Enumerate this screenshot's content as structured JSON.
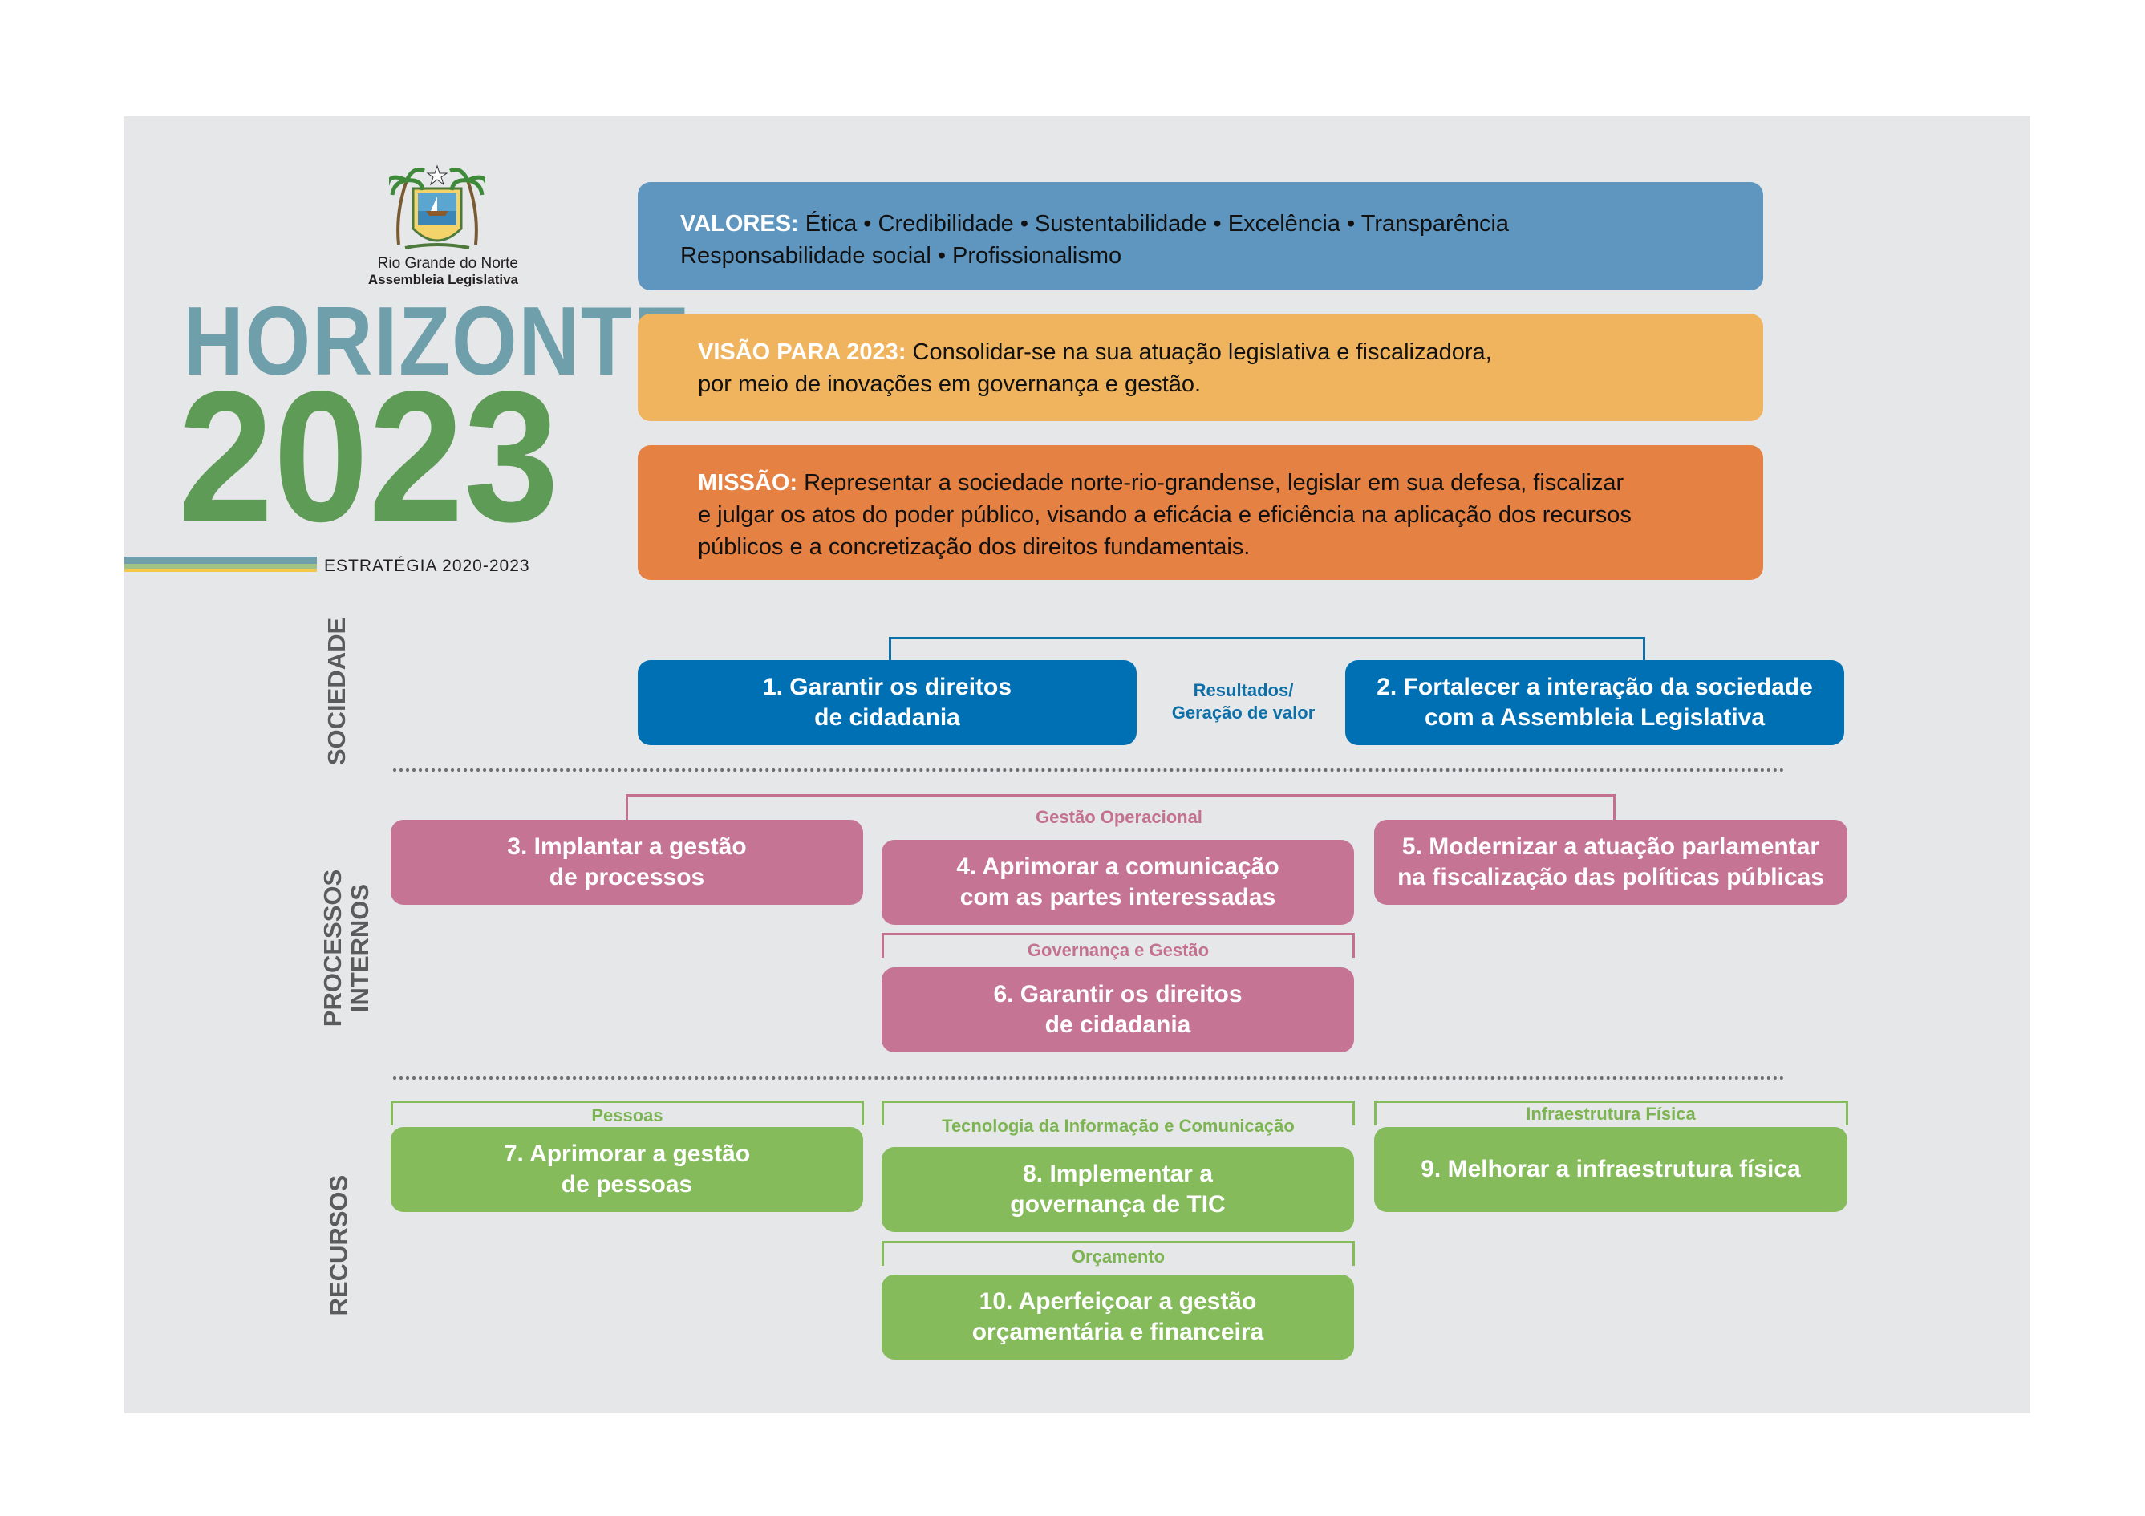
{
  "logo": {
    "line1": "Rio Grande do Norte",
    "line2": "Assembleia Legislativa"
  },
  "brand": {
    "horizonte": "HORIZONTE",
    "year": "2023",
    "estrategia": "ESTRATÉGIA 2020-2023"
  },
  "statements": {
    "valores": {
      "label": "VALORES:",
      "line1": " Ética • Credibilidade • Sustentabilidade • Excelência • Transparência",
      "line2": "Responsabilidade social • Profissionalismo"
    },
    "visao": {
      "label": "VISÃO PARA 2023:",
      "line1": " Consolidar-se na sua atuação legislativa e fiscalizadora,",
      "line2": "por meio de inovações em governança e gestão."
    },
    "missao": {
      "label": "MISSÃO:",
      "line1": " Representar a sociedade norte-rio-grandense, legislar em sua defesa, fiscalizar",
      "line2": "e julgar os atos do poder público, visando a eficácia e eficiência na aplicação dos recursos",
      "line3": "públicos e a concretização dos direitos fundamentais."
    }
  },
  "rows": {
    "sociedade": "SOCIEDADE",
    "processos1": "PROCESSOS",
    "processos2": "INTERNOS",
    "recursos": "RECURSOS"
  },
  "sociedade": {
    "center_line1": "Resultados/",
    "center_line2": "Geração de valor",
    "obj1": [
      "1. Garantir os direitos",
      "de cidadania"
    ],
    "obj2": [
      "2. Fortalecer a interação da sociedade",
      "com a Assembleia Legislativa"
    ]
  },
  "processos": {
    "gestao_operacional": "Gestão Operacional",
    "governanca": "Governança e Gestão",
    "obj3": [
      "3. Implantar a gestão",
      "de processos"
    ],
    "obj4": [
      "4. Aprimorar a comunicação",
      "com as partes interessadas"
    ],
    "obj5": [
      "5. Modernizar a atuação parlamentar",
      "na fiscalização das políticas públicas"
    ],
    "obj6": [
      "6. Garantir os direitos",
      "de cidadania"
    ]
  },
  "recursos": {
    "pessoas": "Pessoas",
    "tic": "Tecnologia da Informação e Comunicação",
    "infra": "Infraestrutura Física",
    "orcamento": "Orçamento",
    "obj7": [
      "7. Aprimorar a gestão",
      "de pessoas"
    ],
    "obj8": [
      "8. Implementar a",
      "governança de TIC"
    ],
    "obj9": [
      "9. Melhorar a infraestrutura física"
    ],
    "obj10": [
      "10. Aperfeiçoar a gestão",
      "orçamentária e financeira"
    ]
  },
  "colors": {
    "valores": "#5f96c0",
    "visao": "#f0b45f",
    "missao": "#e48143",
    "sociedade": "#0070b4",
    "processos": "#c57494",
    "recursos": "#85bb5a",
    "horizonte": "#6f9fab",
    "year": "#5e9b56"
  }
}
